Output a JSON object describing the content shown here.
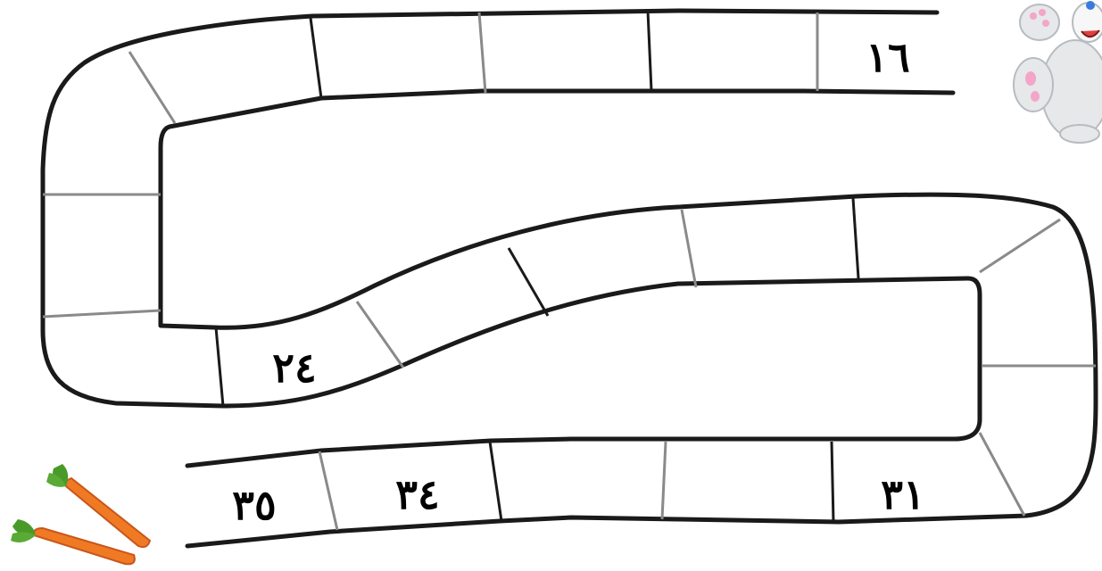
{
  "board": {
    "labels": {
      "cell_16": "١٦",
      "cell_24": "٢٤",
      "cell_31": "٣١",
      "cell_34": "٣٤",
      "cell_35": "٣٥"
    },
    "start_icon": "rabbit-icon",
    "finish_icon": "carrot-icon",
    "colors": {
      "line": "#1a1a1a",
      "divider": "#8a8a8a",
      "carrot": "#f07a24",
      "leaf": "#4a9a2a",
      "rabbit": "#e6e8ea"
    }
  }
}
